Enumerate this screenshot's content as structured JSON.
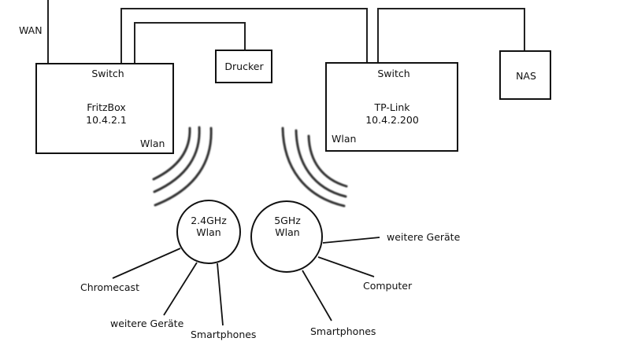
{
  "diagram": {
    "wan_label": "WAN",
    "fritzbox": {
      "switch_label": "Switch",
      "name": "FritzBox",
      "ip": "10.4.2.1",
      "wlan_label": "Wlan"
    },
    "printer": {
      "label": "Drucker"
    },
    "tplink": {
      "switch_label": "Switch",
      "name": "TP-Link",
      "ip": "10.4.2.200",
      "wlan_label": "Wlan"
    },
    "nas": {
      "label": "NAS"
    },
    "wlan_24": {
      "line1": "2.4GHz",
      "line2": "Wlan",
      "devices": [
        "Chromecast",
        "weitere Geräte",
        "Smartphones"
      ]
    },
    "wlan_5": {
      "line1": "5GHz",
      "line2": "Wlan",
      "devices": [
        "weitere Geräte",
        "Computer",
        "Smartphones"
      ]
    }
  }
}
